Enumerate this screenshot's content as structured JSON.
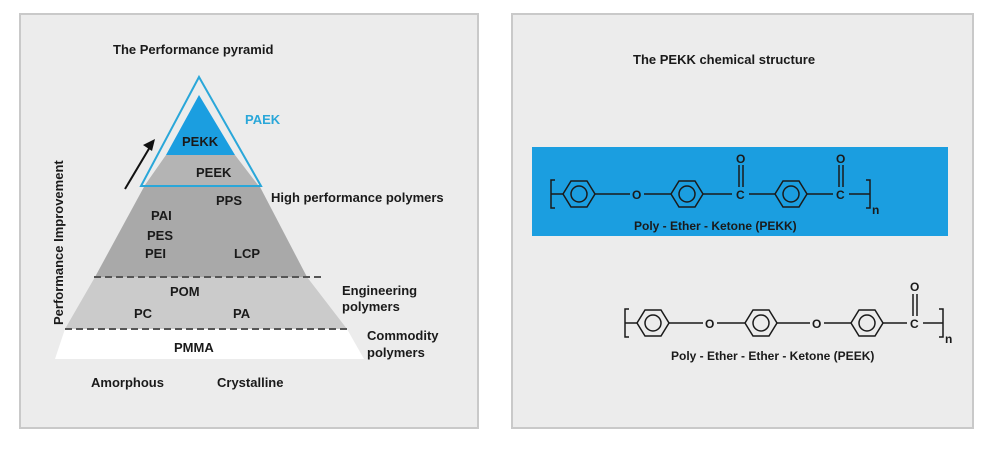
{
  "left_panel": {
    "title": "The Performance pyramid",
    "y_axis_label": "Performance Improvement",
    "paek_label": "PAEK",
    "tiers": {
      "pekk": "PEKK",
      "peek": "PEEK",
      "high_perf": {
        "pps": "PPS",
        "pai": "PAI",
        "pes": "PES",
        "pei": "PEI",
        "lcp": "LCP"
      },
      "engineering": {
        "pom": "POM",
        "pc": "PC",
        "pa": "PA"
      },
      "commodity": {
        "pmma": "PMMA"
      }
    },
    "side_labels": {
      "high_performance": "High performance polymers",
      "engineering_line1": "Engineering",
      "engineering_line2": "polymers",
      "commodity_line1": "Commodity",
      "commodity_line2": "polymers"
    },
    "bottom_labels": {
      "amorphous": "Amorphous",
      "crystalline": "Crystalline"
    },
    "colors": {
      "paek_accent": "#2aa7d9",
      "pekk_fill": "#1b9ee0",
      "high_fill": "#a8a8a8",
      "eng_fill": "#cbcbcb"
    }
  },
  "right_panel": {
    "title": "The PEKK chemical structure",
    "pekk": {
      "caption": "Poly - Ether - Ketone (PEKK)",
      "ether_o": "O",
      "ketone_o": "O",
      "carbon": "C",
      "repeat_n": "n",
      "band_color": "#1b9ee0"
    },
    "peek": {
      "caption": "Poly - Ether - Ether - Ketone (PEEK)",
      "ether_o": "O",
      "ketone_o": "O",
      "carbon": "C",
      "repeat_n": "n"
    }
  }
}
